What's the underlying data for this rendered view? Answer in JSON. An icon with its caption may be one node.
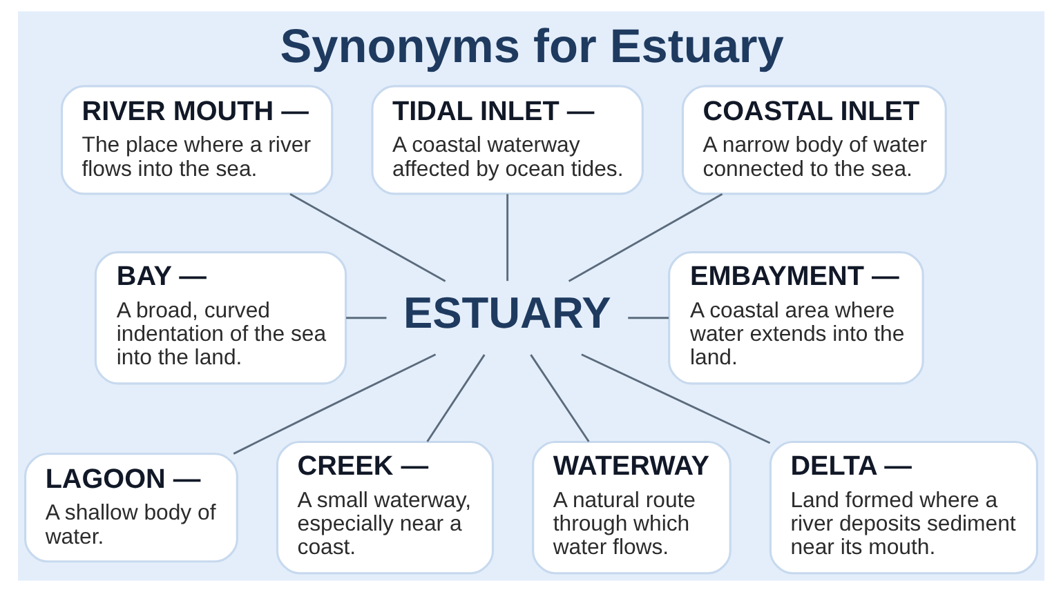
{
  "diagram": {
    "title": "Synonyms for Estuary",
    "nodes": [
      {
        "text": [
          "RIVER MOUTH —",
          "The place where a river flows into the sea."
        ]
      },
      {
        "text": [
          "TIDAL INLET —",
          "A coastal waterway affected by ocean tides."
        ]
      },
      {
        "text": [
          "COASTAL INLET",
          "A narrow body of water connected to the sea."
        ]
      },
      {
        "text": [
          "BAY —",
          "A broad, curved indentation of the sea into the land."
        ]
      },
      {
        "text": [
          "ESTUARY"
        ]
      },
      {
        "text": [
          "EMBAYMENT —",
          "A coastal area where water extends into the land."
        ]
      },
      {
        "text": [
          "LAGOON —",
          "A shallow body of water."
        ]
      },
      {
        "text": [
          "CREEK —",
          "A small waterway, especially near a coast."
        ]
      },
      {
        "text": [
          "WATERWAY",
          "A natural route through which water flows."
        ]
      },
      {
        "text": [
          "DELTA —",
          "Land formed where a river deposits sediment near its mouth."
        ]
      }
    ],
    "edges": [
      {
        "from": 0,
        "to": 4,
        "arrow": "none"
      },
      {
        "from": 1,
        "to": 4,
        "arrow": "none"
      },
      {
        "from": 2,
        "to": 4,
        "arrow": "none"
      },
      {
        "from": 3,
        "to": 4,
        "arrow": "none"
      },
      {
        "from": 4,
        "to": 5,
        "arrow": "none"
      },
      {
        "from": 4,
        "to": 6,
        "arrow": "none"
      },
      {
        "from": 4,
        "to": 7,
        "arrow": "none"
      },
      {
        "from": 4,
        "to": 8,
        "arrow": "none"
      },
      {
        "from": 4,
        "to": 9,
        "arrow": "none"
      }
    ]
  }
}
